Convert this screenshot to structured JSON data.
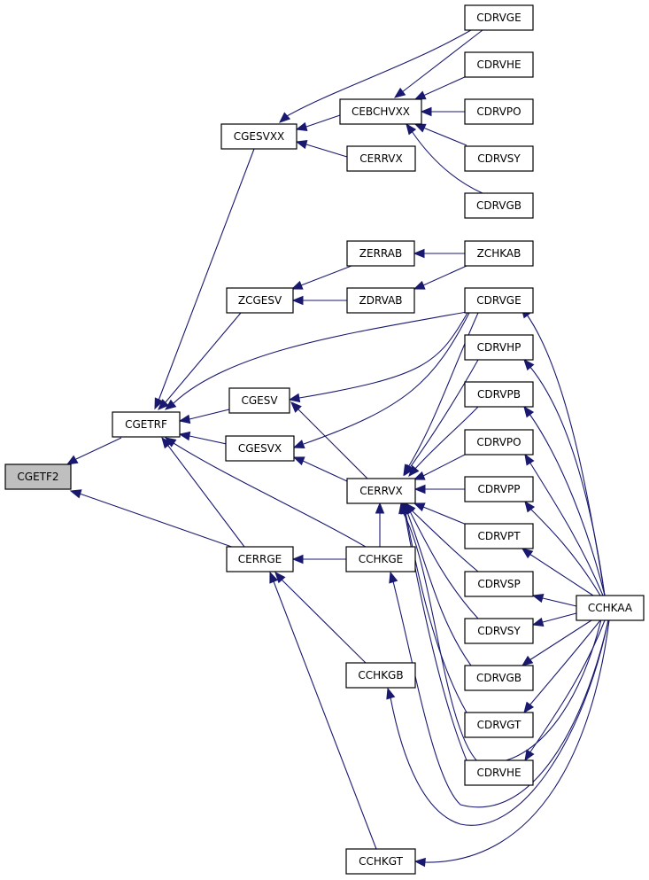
{
  "title": "",
  "colors": {
    "edge": "#191970",
    "focus_fill": "#bfbfbf",
    "node_fill": "#ffffff",
    "node_stroke": "#000000"
  },
  "nodes": {
    "cgetf2": "CGETF2",
    "cgetrf": "CGETRF",
    "cgesvxx": "CGESVXX",
    "zcgesv": "ZCGESV",
    "cgesv": "CGESV",
    "cgesvx": "CGESVX",
    "cerrge": "CERRGE",
    "cebchvxx": "CEBCHVXX",
    "cerrvx_a": "CERRVX",
    "zerrab": "ZERRAB",
    "zdrvab": "ZDRVAB",
    "cerrvx_b": "CERRVX",
    "cchkge": "CCHKGE",
    "cchkgb": "CCHKGB",
    "cchkgt": "CCHKGT",
    "cdrvge_a": "CDRVGE",
    "cdrvhe_a": "CDRVHE",
    "cdrvpo_a": "CDRVPO",
    "cdrvsy_a": "CDRVSY",
    "cdrvgb_a": "CDRVGB",
    "zchkab": "ZCHKAB",
    "cdrvge_b": "CDRVGE",
    "cdrvhp": "CDRVHP",
    "cdrvpb": "CDRVPB",
    "cdrvpo_b": "CDRVPO",
    "cdrvpp": "CDRVPP",
    "cdrvpt": "CDRVPT",
    "cdrvsp": "CDRVSP",
    "cdrvsy_b": "CDRVSY",
    "cdrvgb_b": "CDRVGB",
    "cdrvgt": "CDRVGT",
    "cdrvhe_b": "CDRVHE",
    "cchkaa": "CCHKAA"
  }
}
